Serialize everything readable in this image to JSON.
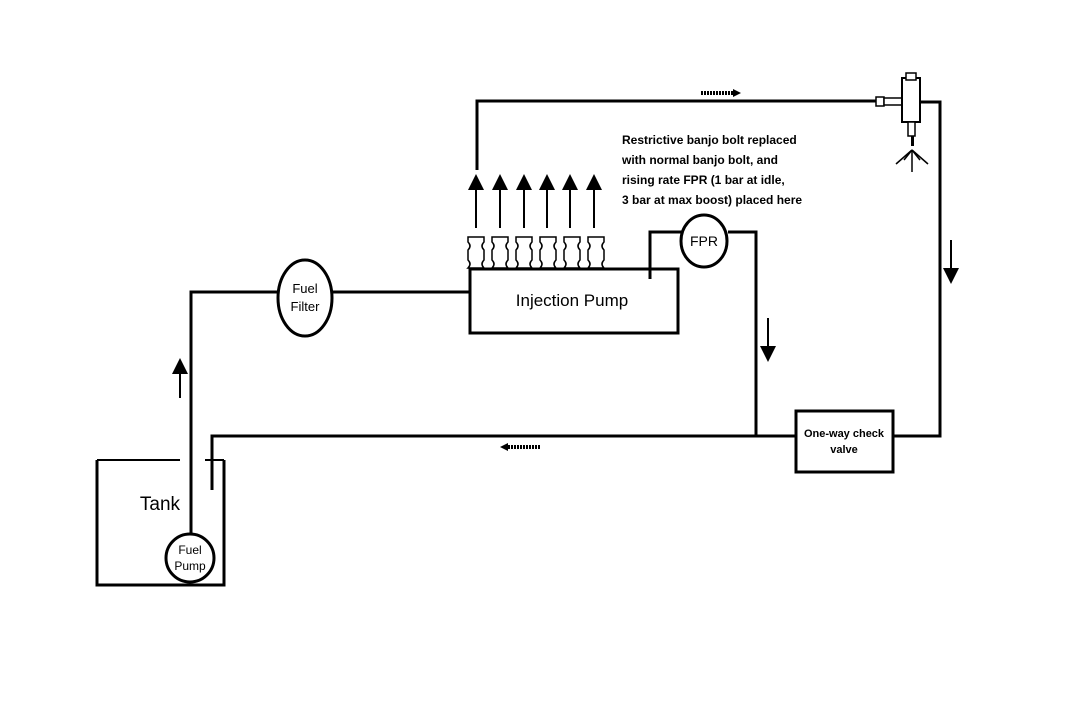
{
  "components": {
    "tank": "Tank",
    "fuel_pump": [
      "Fuel",
      "Pump"
    ],
    "fuel_filter": [
      "Fuel",
      "Filter"
    ],
    "injection_pump": "Injection Pump",
    "fpr": "FPR",
    "check_valve": [
      "One-way check",
      "valve"
    ]
  },
  "annotation": [
    "Restrictive banjo bolt replaced",
    "with normal banjo bolt, and",
    "rising rate FPR (1 bar at idle,",
    "3 bar at max boost) placed here"
  ],
  "icons": [
    "injector-icon",
    "flow-arrow-icon"
  ]
}
